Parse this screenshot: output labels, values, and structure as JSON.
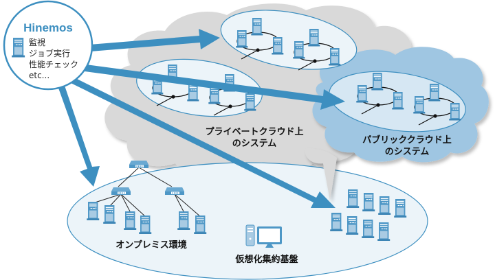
{
  "diagram": {
    "hinemos": {
      "title": "Hinemos",
      "features": [
        "監視",
        "ジョブ実行",
        "性能チェック",
        "etc..."
      ]
    },
    "environments": {
      "private_cloud": {
        "label_line1": "プライベートクラウド上",
        "label_line2": "のシステム"
      },
      "public_cloud": {
        "label_line1": "パブリッククラウド上",
        "label_line2": "のシステム"
      },
      "on_premise": {
        "label": "オンプレミス環境"
      },
      "virtualization": {
        "label": "仮想化集約基盤"
      }
    },
    "colors": {
      "accent_blue": "#3d8fc0",
      "server_blue": "#4e97c6",
      "server_light": "#a9cbe3",
      "private_cloud_gray": "#d9d9d9",
      "public_cloud_blue": "#9fc6e2",
      "ellipse_fill": "#ecf4f9",
      "ellipse_stroke": "#3d8fc0"
    }
  }
}
